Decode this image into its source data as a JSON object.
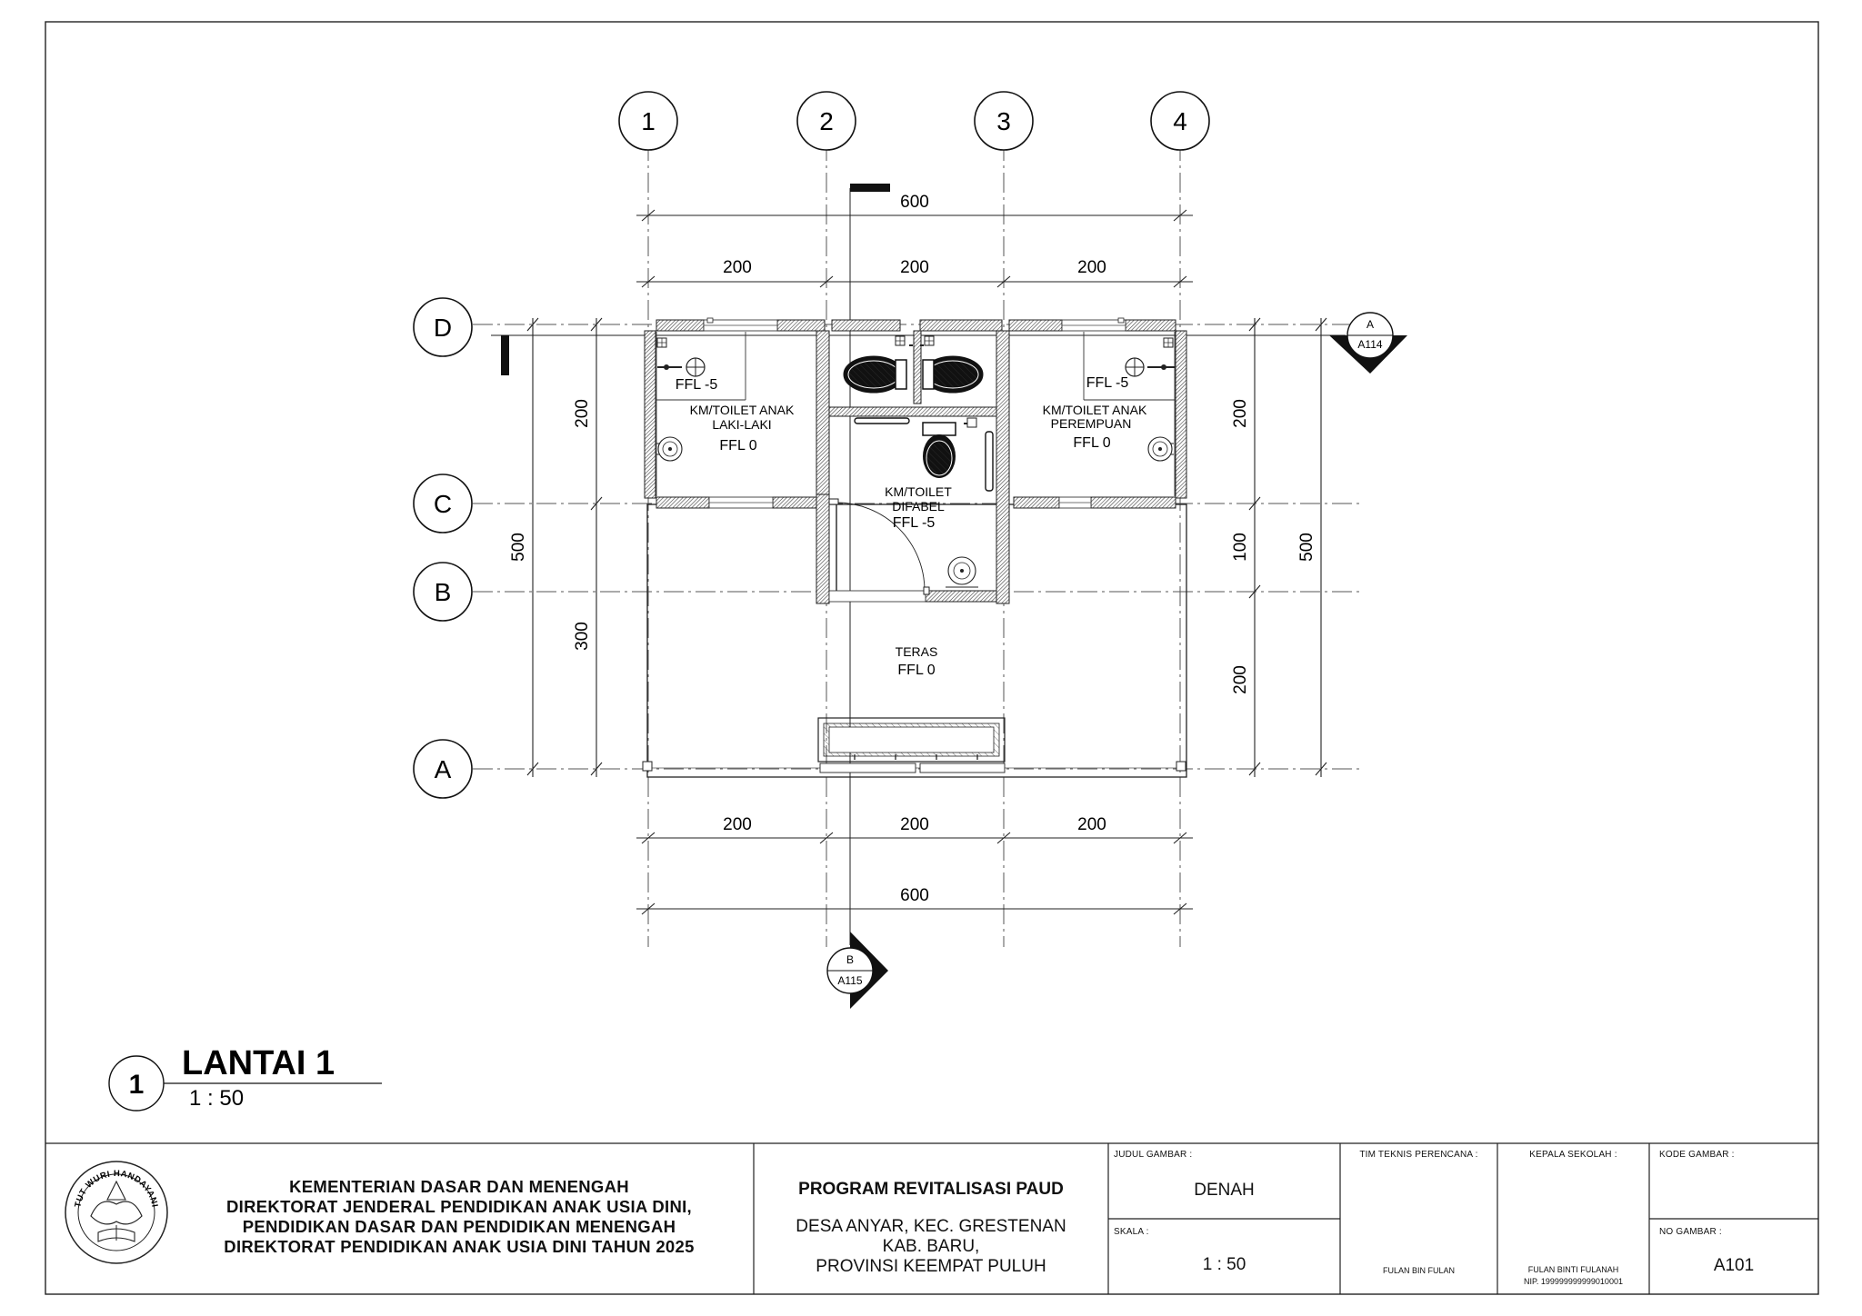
{
  "grid": {
    "columns": [
      "1",
      "2",
      "3",
      "4"
    ],
    "rows": [
      "D",
      "C",
      "B",
      "A"
    ]
  },
  "dimensions": {
    "top_overall": "600",
    "top_segments": [
      "200",
      "200",
      "200"
    ],
    "bottom_segments": [
      "200",
      "200",
      "200"
    ],
    "bottom_overall": "600",
    "left_overall": "500",
    "left_segments": [
      "200",
      "300"
    ],
    "right_segments": [
      "200",
      "100",
      "200"
    ],
    "right_overall": "500"
  },
  "rooms": {
    "boys_toilet": {
      "label_1": "KM/TOILET ANAK",
      "label_2": "LAKI-LAKI",
      "ffl_shower": "FFL -5",
      "ffl": "FFL 0"
    },
    "girls_toilet": {
      "label_1": "KM/TOILET ANAK",
      "label_2": "PEREMPUAN",
      "ffl_shower": "FFL -5",
      "ffl": "FFL 0"
    },
    "difabel_toilet": {
      "label_1": "KM/TOILET",
      "label_2": "DIFABEL",
      "ffl": "FFL -5"
    },
    "terrace": {
      "label": "TERAS",
      "ffl": "FFL 0"
    }
  },
  "section_markers": {
    "a": {
      "letter": "A",
      "sheet": "A114"
    },
    "b": {
      "letter": "B",
      "sheet": "A115"
    }
  },
  "view_title": {
    "number": "1",
    "title": "LANTAI 1",
    "scale": "1 : 50"
  },
  "title_block": {
    "logo_text": "TUT WURI HANDAYANI",
    "org_lines": [
      "KEMENTERIAN DASAR DAN MENENGAH",
      "DIREKTORAT JENDERAL PENDIDIKAN ANAK USIA DINI,",
      "PENDIDIKAN DASAR DAN PENDIDIKAN MENENGAH",
      "DIREKTORAT PENDIDIKAN ANAK USIA DINI TAHUN 2025"
    ],
    "program": "PROGRAM REVITALISASI PAUD",
    "location_lines": [
      "DESA ANYAR, KEC. GRESTENAN",
      "KAB. BARU,",
      "PROVINSI KEEMPAT PULUH"
    ],
    "drawing_title_label": "JUDUL GAMBAR :",
    "drawing_title": "DENAH",
    "scale_label": "SKALA :",
    "scale": "1 : 50",
    "team_label": "TIM TEKNIS PERENCANA :",
    "team_name": "FULAN BIN FULAN",
    "principal_label": "KEPALA SEKOLAH :",
    "principal_name": "FULAN BINTI FULANAH",
    "principal_nip": "NIP. 199999999999010001",
    "code_label": "KODE GAMBAR :",
    "sheet_no_label": "NO GAMBAR :",
    "sheet_no": "A101"
  }
}
